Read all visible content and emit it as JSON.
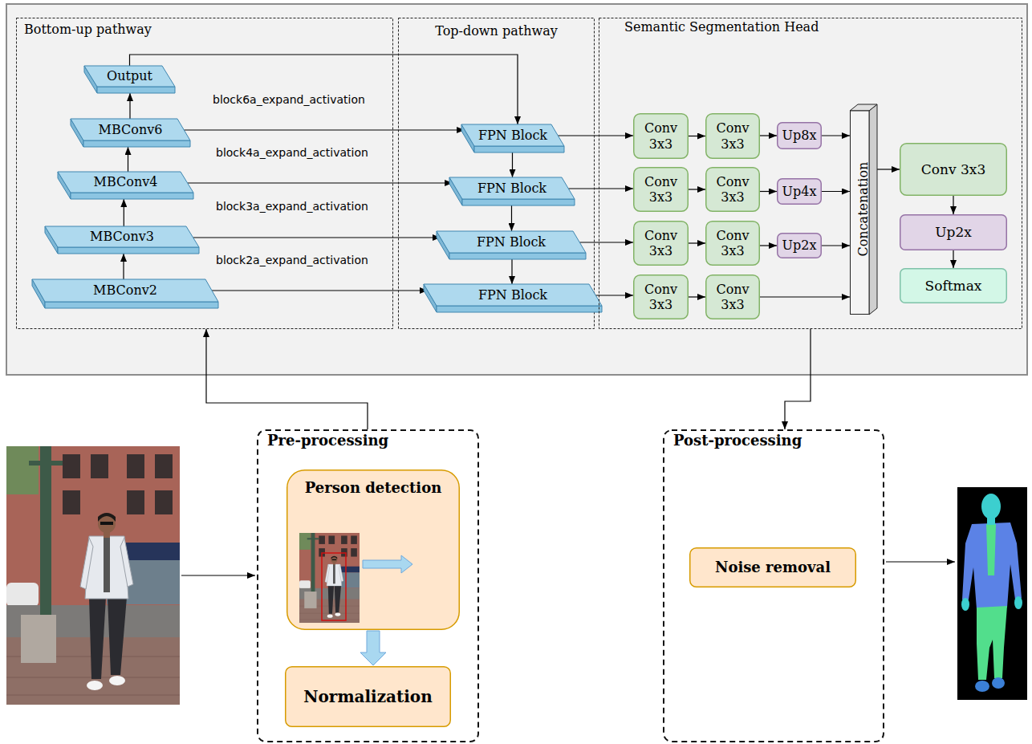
{
  "diagram": {
    "nodes": [
      {
        "text": [
          "Bottom-up pathway"
        ]
      },
      {
        "text": [
          "Output"
        ],
        "in": 0
      },
      {
        "text": [
          "MBConv6"
        ],
        "in": 0
      },
      {
        "text": [
          "MBConv4"
        ],
        "in": 0
      },
      {
        "text": [
          "MBConv3"
        ],
        "in": 0
      },
      {
        "text": [
          "MBConv2"
        ],
        "in": 0
      },
      {
        "text": [
          "Top-down pathway"
        ]
      },
      {
        "text": [
          "FPN Block"
        ],
        "in": 6
      },
      {
        "text": [
          "FPN Block"
        ],
        "in": 6
      },
      {
        "text": [
          "FPN Block"
        ],
        "in": 6
      },
      {
        "text": [
          "FPN Block"
        ],
        "in": 6
      },
      {
        "text": [
          "Semantic Segmentation Head"
        ]
      },
      {
        "text": [
          "Conv 3x3"
        ],
        "in": 11
      },
      {
        "text": [
          "Conv 3x3"
        ],
        "in": 11
      },
      {
        "text": [
          "Up8x"
        ],
        "in": 11
      },
      {
        "text": [
          "Conv 3x3"
        ],
        "in": 11
      },
      {
        "text": [
          "Conv 3x3"
        ],
        "in": 11
      },
      {
        "text": [
          "Up4x"
        ],
        "in": 11
      },
      {
        "text": [
          "Conv 3x3"
        ],
        "in": 11
      },
      {
        "text": [
          "Conv 3x3"
        ],
        "in": 11
      },
      {
        "text": [
          "Up2x"
        ],
        "in": 11
      },
      {
        "text": [
          "Conv 3x3"
        ],
        "in": 11
      },
      {
        "text": [
          "Conv 3x3"
        ],
        "in": 11
      },
      {
        "text": [
          "Concatenation"
        ],
        "in": 11
      },
      {
        "text": [
          "Conv 3x3"
        ],
        "in": 11
      },
      {
        "text": [
          "Up2x"
        ],
        "in": 11
      },
      {
        "text": [
          "Softmax"
        ],
        "in": 11
      },
      {
        "text": [
          "Pre-processing"
        ]
      },
      {
        "text": [
          "Person detection"
        ],
        "in": 27
      },
      {
        "text": [
          "Normalization"
        ],
        "in": 27
      },
      {
        "text": [
          "Post-processing"
        ]
      },
      {
        "text": [
          "Noise removal"
        ],
        "in": 30
      }
    ],
    "edges": [
      {
        "from": 2,
        "to": 1,
        "arrow": "to"
      },
      {
        "from": 3,
        "to": 2,
        "arrow": "to"
      },
      {
        "from": 4,
        "to": 3,
        "arrow": "to"
      },
      {
        "from": 5,
        "to": 4,
        "arrow": "to"
      },
      {
        "from": 1,
        "to": 7,
        "arrow": "to"
      },
      {
        "from": 2,
        "to": 7,
        "arrow": "to"
      },
      {
        "from": 3,
        "to": 8,
        "arrow": "to"
      },
      {
        "from": 4,
        "to": 9,
        "arrow": "to"
      },
      {
        "from": 5,
        "to": 10,
        "arrow": "to"
      },
      {
        "from": 7,
        "to": 8,
        "arrow": "to"
      },
      {
        "from": 8,
        "to": 9,
        "arrow": "to"
      },
      {
        "from": 9,
        "to": 10,
        "arrow": "to"
      },
      {
        "from": 7,
        "to": 12,
        "arrow": "to"
      },
      {
        "from": 12,
        "to": 13,
        "arrow": "to"
      },
      {
        "from": 13,
        "to": 14,
        "arrow": "to"
      },
      {
        "from": 14,
        "to": 23,
        "arrow": "to"
      },
      {
        "from": 8,
        "to": 15,
        "arrow": "to"
      },
      {
        "from": 15,
        "to": 16,
        "arrow": "to"
      },
      {
        "from": 16,
        "to": 17,
        "arrow": "to"
      },
      {
        "from": 17,
        "to": 23,
        "arrow": "to"
      },
      {
        "from": 9,
        "to": 18,
        "arrow": "to"
      },
      {
        "from": 18,
        "to": 19,
        "arrow": "to"
      },
      {
        "from": 19,
        "to": 20,
        "arrow": "to"
      },
      {
        "from": 20,
        "to": 23,
        "arrow": "to"
      },
      {
        "from": 10,
        "to": 21,
        "arrow": "to"
      },
      {
        "from": 21,
        "to": 22,
        "arrow": "to"
      },
      {
        "from": 22,
        "to": 23,
        "arrow": "to"
      },
      {
        "from": 23,
        "to": 24,
        "arrow": "to"
      },
      {
        "from": 24,
        "to": 25,
        "arrow": "to"
      },
      {
        "from": 25,
        "to": 26,
        "arrow": "to"
      },
      {
        "from": 27,
        "to": 0,
        "arrow": "to"
      },
      {
        "from": 11,
        "to": 30,
        "arrow": "to"
      },
      {
        "from": 28,
        "to": 29,
        "arrow": "to"
      }
    ],
    "labels": [
      "block6a_expand_activation",
      "block4a_expand_activation",
      "block3a_expand_activation",
      "block2a_expand_activation"
    ]
  }
}
